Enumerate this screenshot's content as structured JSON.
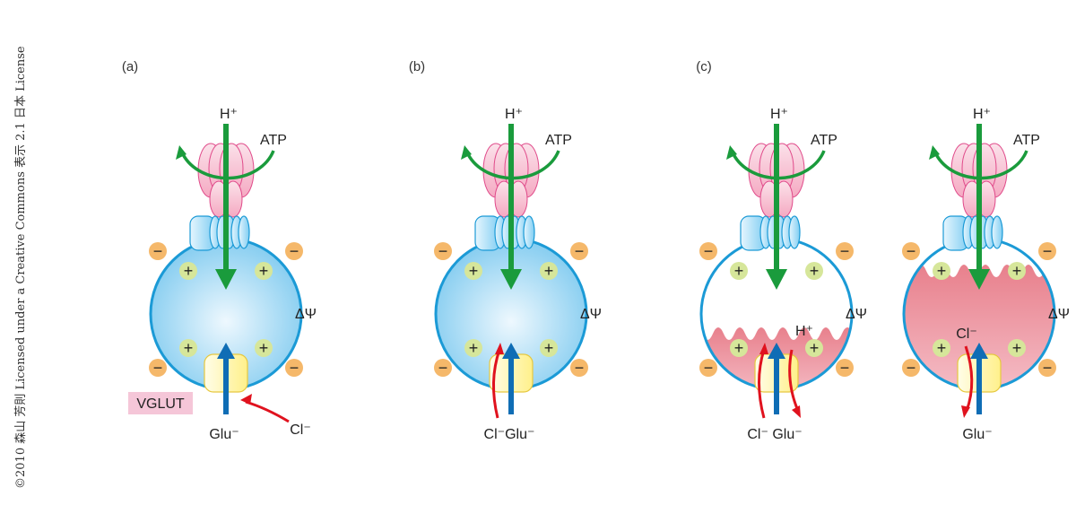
{
  "copyright": "©2010 森山 芳則 Licensed under a Creative Commons 表示 2.1 日本 License",
  "panels": [
    {
      "label": "(a)",
      "h_plus": "H⁺",
      "atp": "ATP",
      "delta_psi": "ΔΨ",
      "bottom_label": "Glu⁻",
      "cl_label": "Cl⁻",
      "vglut_label": "VGLUT",
      "fill": "blue"
    },
    {
      "label": "(b)",
      "h_plus": "H⁺",
      "atp": "ATP",
      "delta_psi": "ΔΨ",
      "bottom_label": "Cl⁻Glu⁻",
      "fill": "blue"
    },
    {
      "label": "(c)",
      "h_plus": "H⁺",
      "atp": "ATP",
      "delta_psi": "ΔΨ",
      "bottom_label": "Cl⁻ Glu⁻",
      "inner_label": "H⁺",
      "fill": "pink-low"
    },
    {
      "h_plus": "H⁺",
      "atp": "ATP",
      "delta_psi": "ΔΨ",
      "bottom_label": "Glu⁻",
      "inner_label": "Cl⁻",
      "fill": "pink-high"
    }
  ],
  "symbols": {
    "plus": "+",
    "minus": "−"
  },
  "colors": {
    "green": "#1a9b3c",
    "blue_arrow": "#0f6db5",
    "red": "#e0121e",
    "membrane": "#1b9ad6",
    "pink": "#e8808c",
    "minus_bg": "#f5b86a",
    "plus_bg": "#d6e69a",
    "vglut_bg": "#f5c6d8"
  }
}
